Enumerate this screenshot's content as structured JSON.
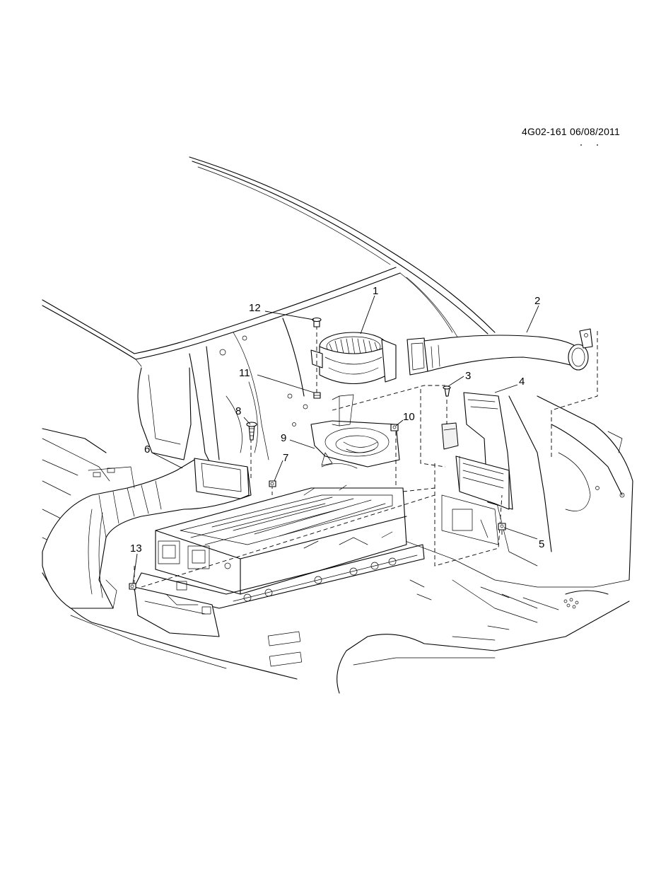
{
  "drawing_reference": "4G02-161 06/08/2011",
  "callouts": [
    {
      "id": "1",
      "label": "1"
    },
    {
      "id": "2",
      "label": "2"
    },
    {
      "id": "3",
      "label": "3"
    },
    {
      "id": "4",
      "label": "4"
    },
    {
      "id": "5",
      "label": "5"
    },
    {
      "id": "6",
      "label": "6"
    },
    {
      "id": "7",
      "label": "7"
    },
    {
      "id": "8",
      "label": "8"
    },
    {
      "id": "9",
      "label": "9"
    },
    {
      "id": "10",
      "label": "10"
    },
    {
      "id": "11",
      "label": "11"
    },
    {
      "id": "12",
      "label": "12"
    },
    {
      "id": "13",
      "label": "13"
    }
  ]
}
